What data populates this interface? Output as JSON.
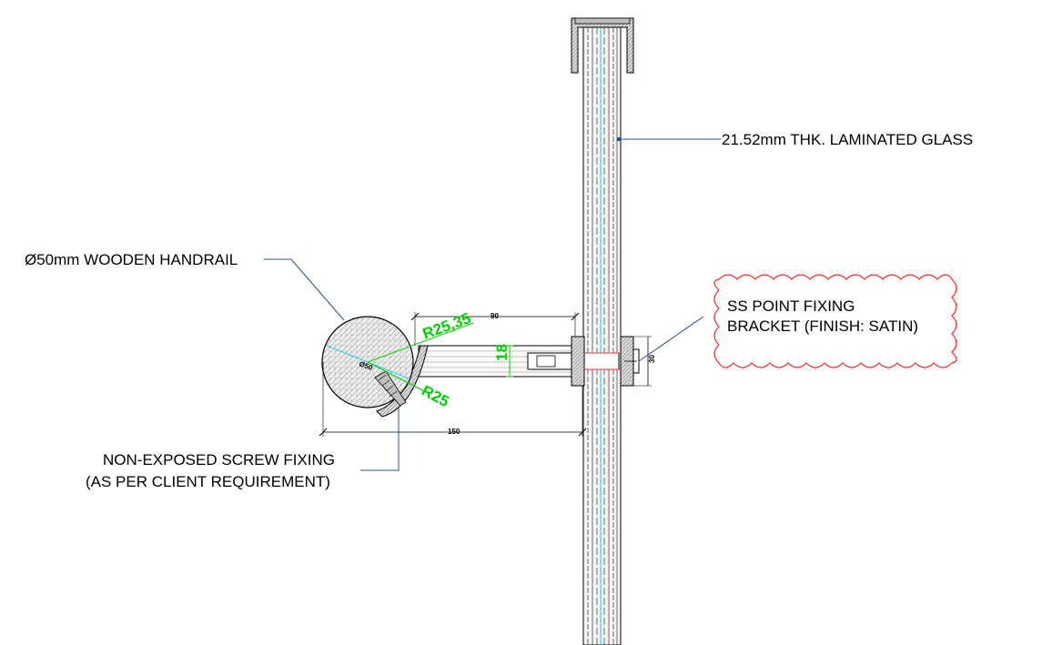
{
  "labels": {
    "glass": "21.52mm THK. LAMINATED GLASS",
    "handrail": "Ø50mm WOODEN HANDRAIL",
    "bracket_line1": "SS POINT FIXING",
    "bracket_line2": "BRACKET (FINISH: SATIN)",
    "screw_line1": "NON-EXPOSED SCREW FIXING",
    "screw_line2": "(AS PER CLIENT REQUIREMENT)"
  },
  "dimensions": {
    "d90": "90",
    "d150": "150",
    "d30": "30",
    "d50": "Ø50",
    "d18": "18",
    "r2535": "R25,35",
    "r25": "R25"
  },
  "colors": {
    "line": "#000000",
    "leader": "#2b4f86",
    "accent": "#00e000",
    "cyan": "#00c8ff",
    "cloud": "#ff2020",
    "hatch": "#9a9a9a"
  }
}
